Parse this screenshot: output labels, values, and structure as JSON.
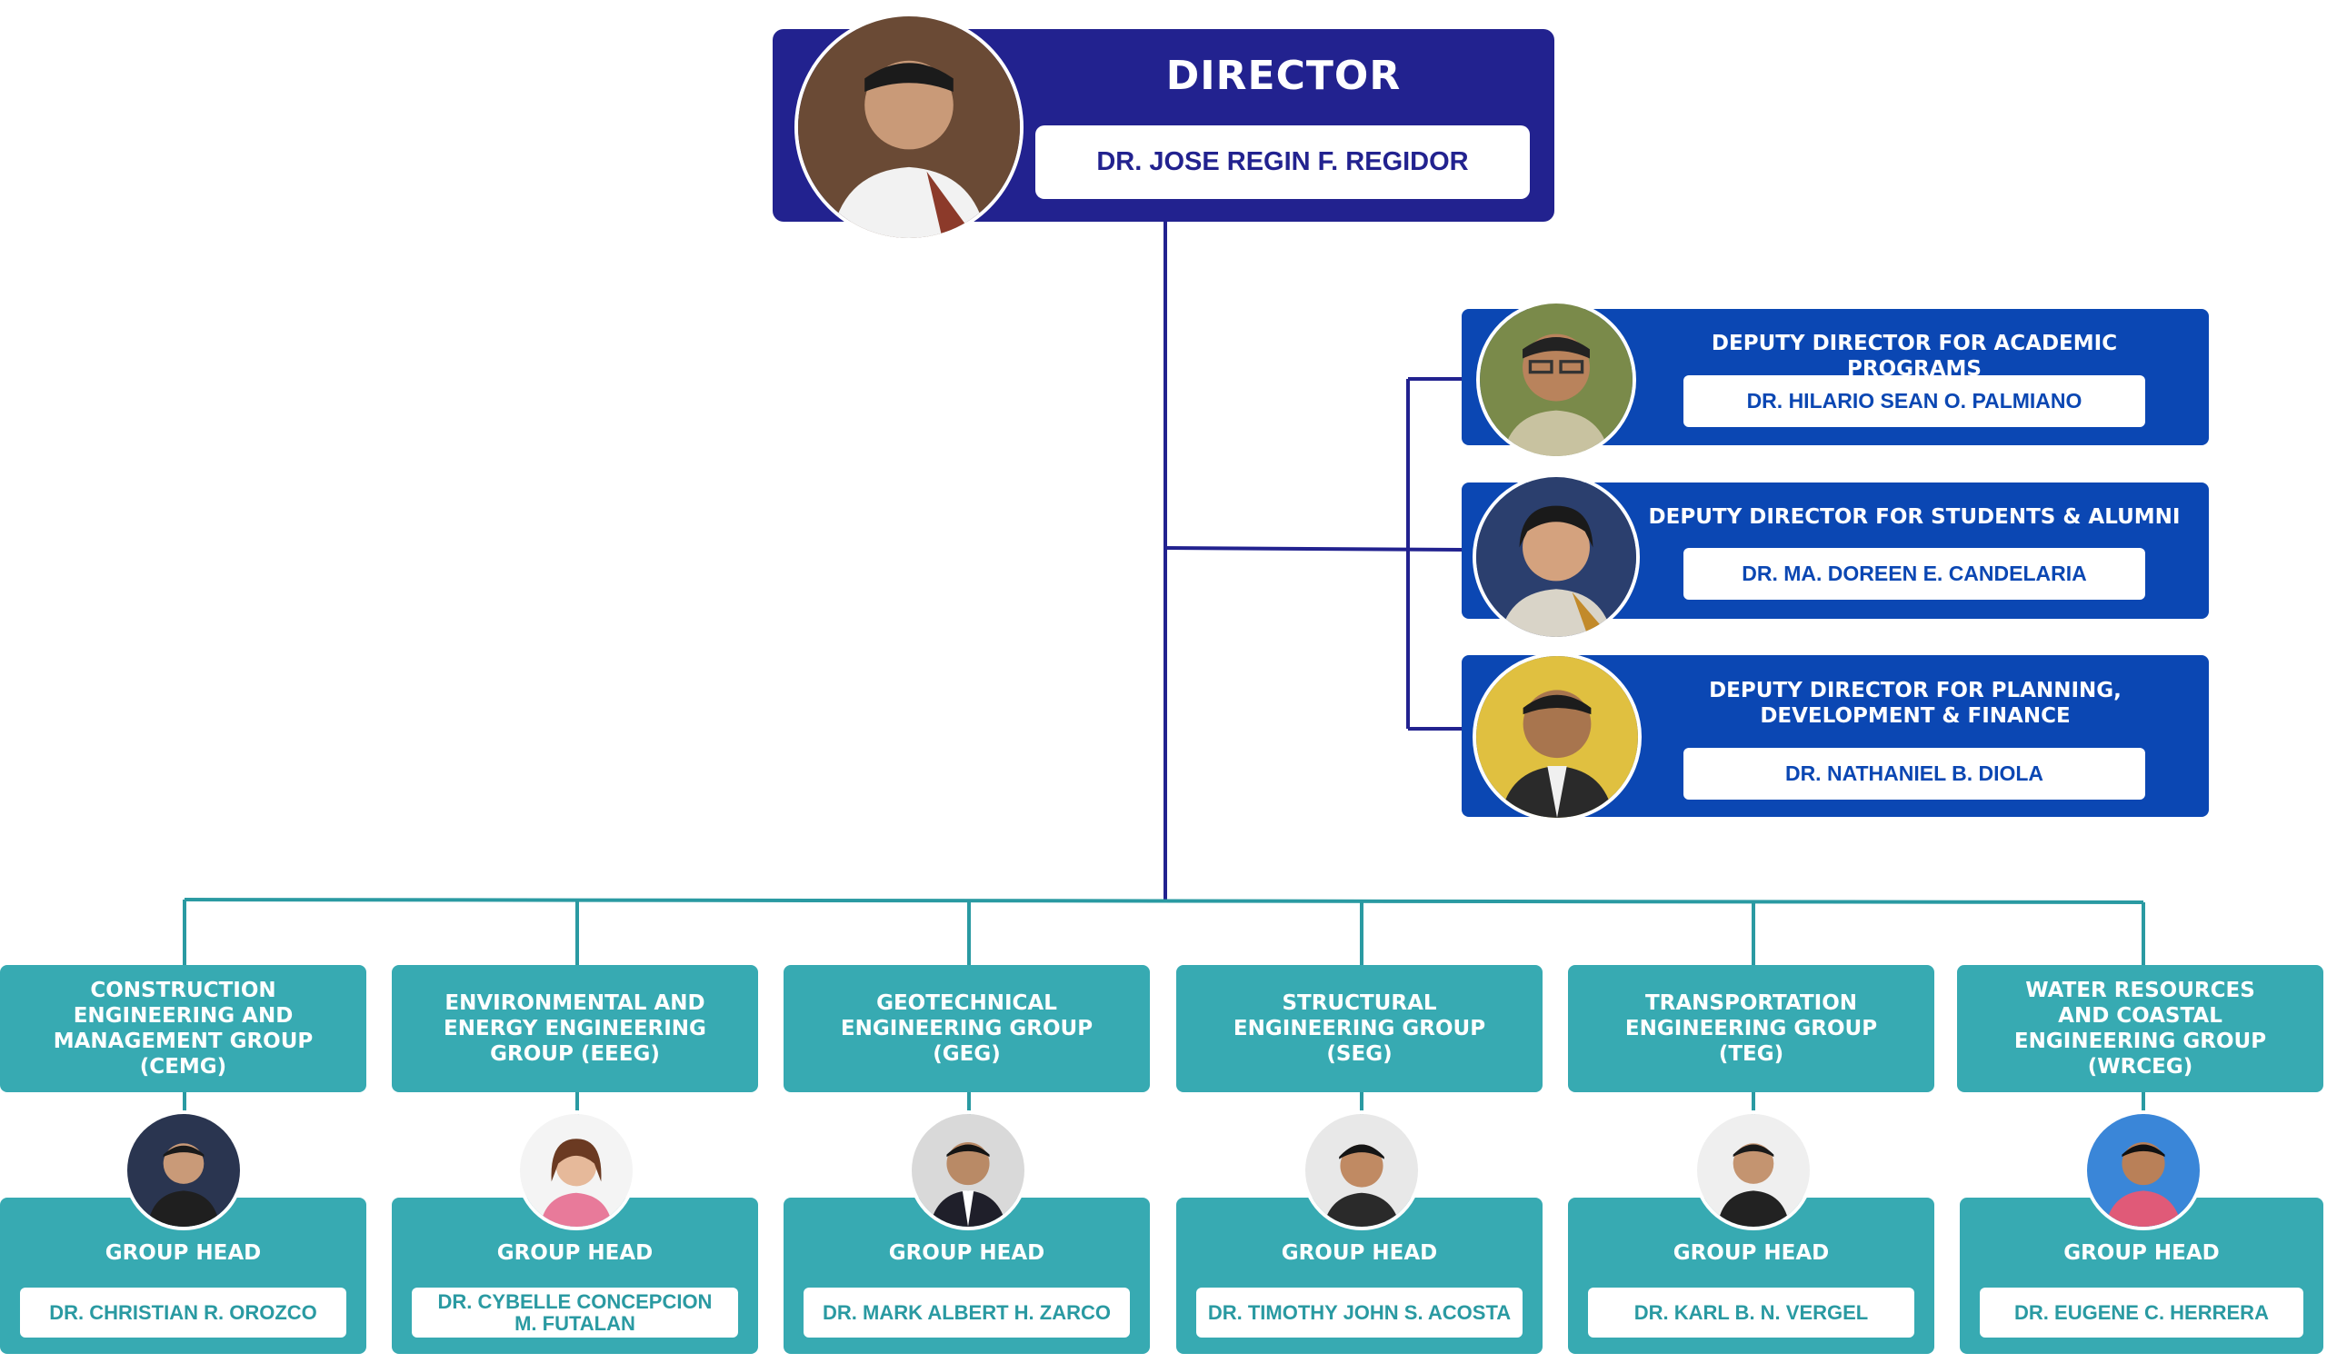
{
  "colors": {
    "director": "#22228f",
    "deputy": "#0b47b3",
    "group": "#37aab2",
    "line_dark": "#22228f",
    "line_teal": "#2a9aa2"
  },
  "director": {
    "title": "DIRECTOR",
    "name": "DR. JOSE REGIN F. REGIDOR"
  },
  "deputies": [
    {
      "title": "DEPUTY DIRECTOR FOR ACADEMIC PROGRAMS",
      "name": "DR. HILARIO SEAN O. PALMIANO"
    },
    {
      "title": "DEPUTY DIRECTOR FOR STUDENTS & ALUMNI",
      "name": "DR. MA. DOREEN E. CANDELARIA"
    },
    {
      "title": "DEPUTY DIRECTOR FOR PLANNING, DEVELOPMENT & FINANCE",
      "name": "DR. NATHANIEL B. DIOLA"
    }
  ],
  "groups": [
    {
      "title": "CONSTRUCTION ENGINEERING AND MANAGEMENT GROUP (CEMG)",
      "head_label": "GROUP HEAD",
      "head_name": "DR. CHRISTIAN R. OROZCO"
    },
    {
      "title": "ENVIRONMENTAL AND ENERGY ENGINEERING GROUP (EEEG)",
      "head_label": "GROUP HEAD",
      "head_name": "DR. CYBELLE CONCEPCION M. FUTALAN"
    },
    {
      "title": "GEOTECHNICAL ENGINEERING GROUP (GEG)",
      "head_label": "GROUP HEAD",
      "head_name": "DR. MARK ALBERT H. ZARCO"
    },
    {
      "title": "STRUCTURAL ENGINEERING GROUP (SEG)",
      "head_label": "GROUP HEAD",
      "head_name": "DR. TIMOTHY JOHN S. ACOSTA"
    },
    {
      "title": "TRANSPORTATION ENGINEERING GROUP (TEG)",
      "head_label": "GROUP HEAD",
      "head_name": "DR. KARL B. N. VERGEL"
    },
    {
      "title": "WATER RESOURCES AND COASTAL ENGINEERING GROUP (WRCEG)",
      "head_label": "GROUP HEAD",
      "head_name": "DR. EUGENE C. HERRERA"
    }
  ]
}
